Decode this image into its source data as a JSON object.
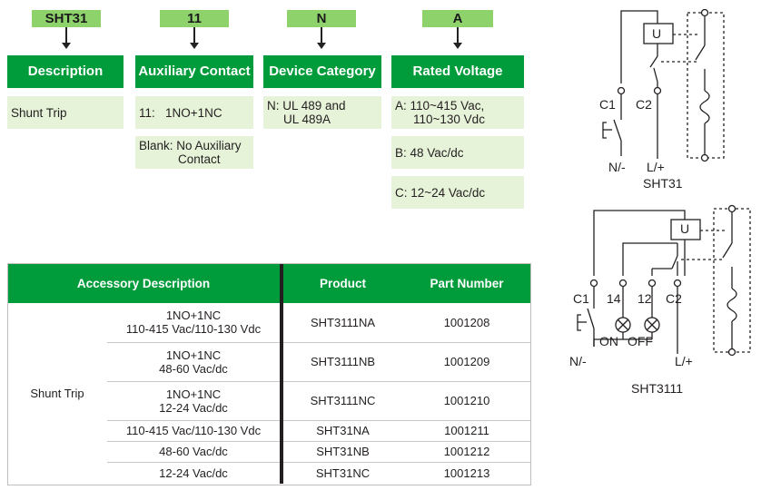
{
  "codes": {
    "c1": "SHT31",
    "c2": "11",
    "c3": "N",
    "c4": "A"
  },
  "headers": {
    "h1": "Description",
    "h2": "Auxiliary Contact",
    "h3": "Device Category",
    "h4": "Rated Voltage"
  },
  "options": {
    "description": "Shunt Trip",
    "aux_1": "11:   1NO+1NC",
    "aux_2_line1": "Blank: No Auxiliary",
    "aux_2_line2": "Contact",
    "category_line1": "N: UL 489 and",
    "category_line2": "UL 489A",
    "voltage_a_line1": "A: 110~415 Vac,",
    "voltage_a_line2": "110~130 Vdc",
    "voltage_b": "B: 48 Vac/dc",
    "voltage_c": "C: 12~24 Vac/dc"
  },
  "table": {
    "col_desc": "Accessory Description",
    "col_product": "Product",
    "col_part": "Part Number",
    "group_label": "Shunt Trip",
    "rows": [
      {
        "line1": "1NO+1NC",
        "line2": "110-415 Vac/110-130 Vdc",
        "product": "SHT3111NA",
        "part": "1001208"
      },
      {
        "line1": "1NO+1NC",
        "line2": "48-60 Vac/dc",
        "product": "SHT3111NB",
        "part": "1001209"
      },
      {
        "line1": "1NO+1NC",
        "line2": "12-24 Vac/dc",
        "product": "SHT3111NC",
        "part": "1001210"
      },
      {
        "line1": "110-415 Vac/110-130 Vdc",
        "line2": "",
        "product": "SHT31NA",
        "part": "1001211"
      },
      {
        "line1": "48-60 Vac/dc",
        "line2": "",
        "product": "SHT31NB",
        "part": "1001212"
      },
      {
        "line1": "12-24 Vac/dc",
        "line2": "",
        "product": "SHT31NC",
        "part": "1001213"
      }
    ]
  },
  "diagram1": {
    "title": "SHT31",
    "u": "U",
    "c1": "C1",
    "c2": "C2",
    "n": "N/-",
    "l": "L/+"
  },
  "diagram2": {
    "title": "SHT3111",
    "u": "U",
    "c1": "C1",
    "t14": "14",
    "t12": "12",
    "c2": "C2",
    "on": "ON",
    "off": "OFF",
    "n": "N/-",
    "l": "L/+"
  },
  "colors": {
    "green_header": "#009b3a",
    "light_green_code": "#8ed26b",
    "cell_bg": "#e6f3d8"
  }
}
